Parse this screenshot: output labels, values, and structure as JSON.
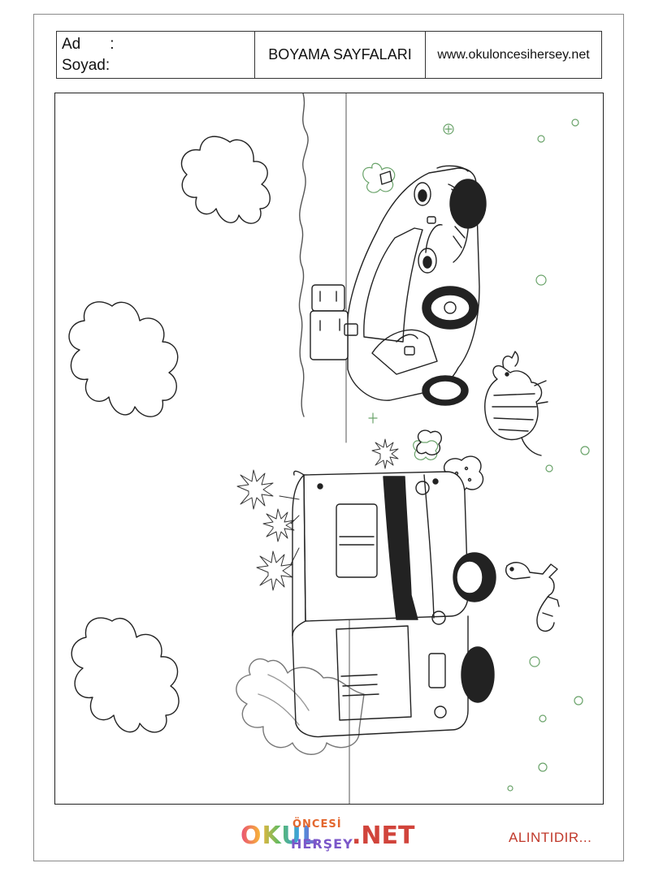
{
  "header": {
    "name_label": "Ad",
    "name_colon": ":",
    "surname_label": "Soyad:",
    "title": "BOYAMA SAYFALARI",
    "website": "www.okuloncesihersey.net"
  },
  "coloring_page": {
    "subject": "Car and caravan in the desert"
  },
  "footer": {
    "logo_main": "OKUL",
    "logo_top": "ÖNCESİ",
    "logo_bottom": "HERŞEY",
    "logo_net": ".NET",
    "note": "ALINTIDIR..."
  },
  "colors": {
    "line": "#222222",
    "border": "#8a8a8a",
    "note": "#c0392b",
    "plant": "#6aa36a"
  }
}
